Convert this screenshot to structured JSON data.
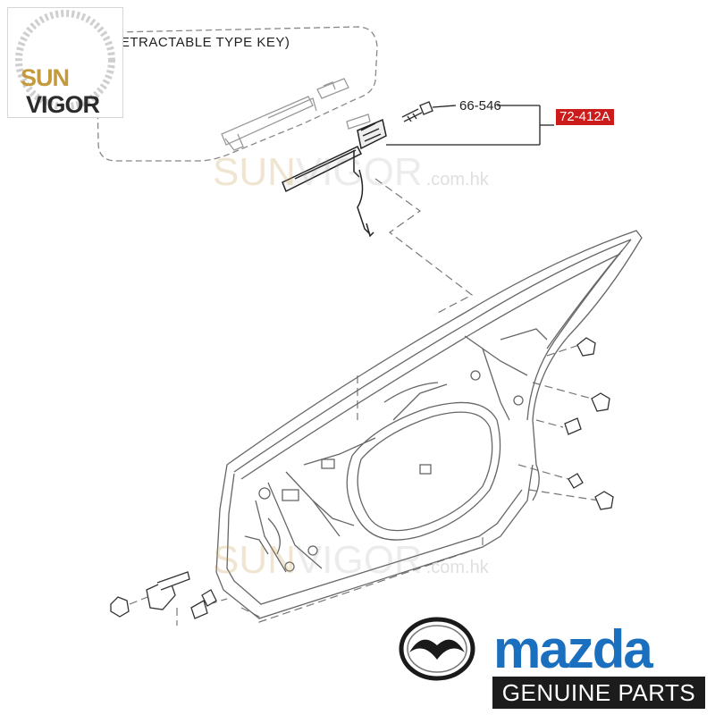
{
  "diagram": {
    "group_label": "(RETRACTABLE TYPE KEY)",
    "callouts": {
      "bolt_part": "66-546",
      "handle_part": "72-412A"
    }
  },
  "watermark": {
    "brand_sun": "SUN",
    "brand_vigor": "VIGOR",
    "domain": ".com.hk"
  },
  "logo": {
    "sun": "SUN",
    "vigor": "VIGOR"
  },
  "branding": {
    "wordmark": "mazda",
    "tagline": "GENUINE PARTS",
    "wordmark_color": "#1a6fbf",
    "highlight_color": "#cc1b1b"
  }
}
